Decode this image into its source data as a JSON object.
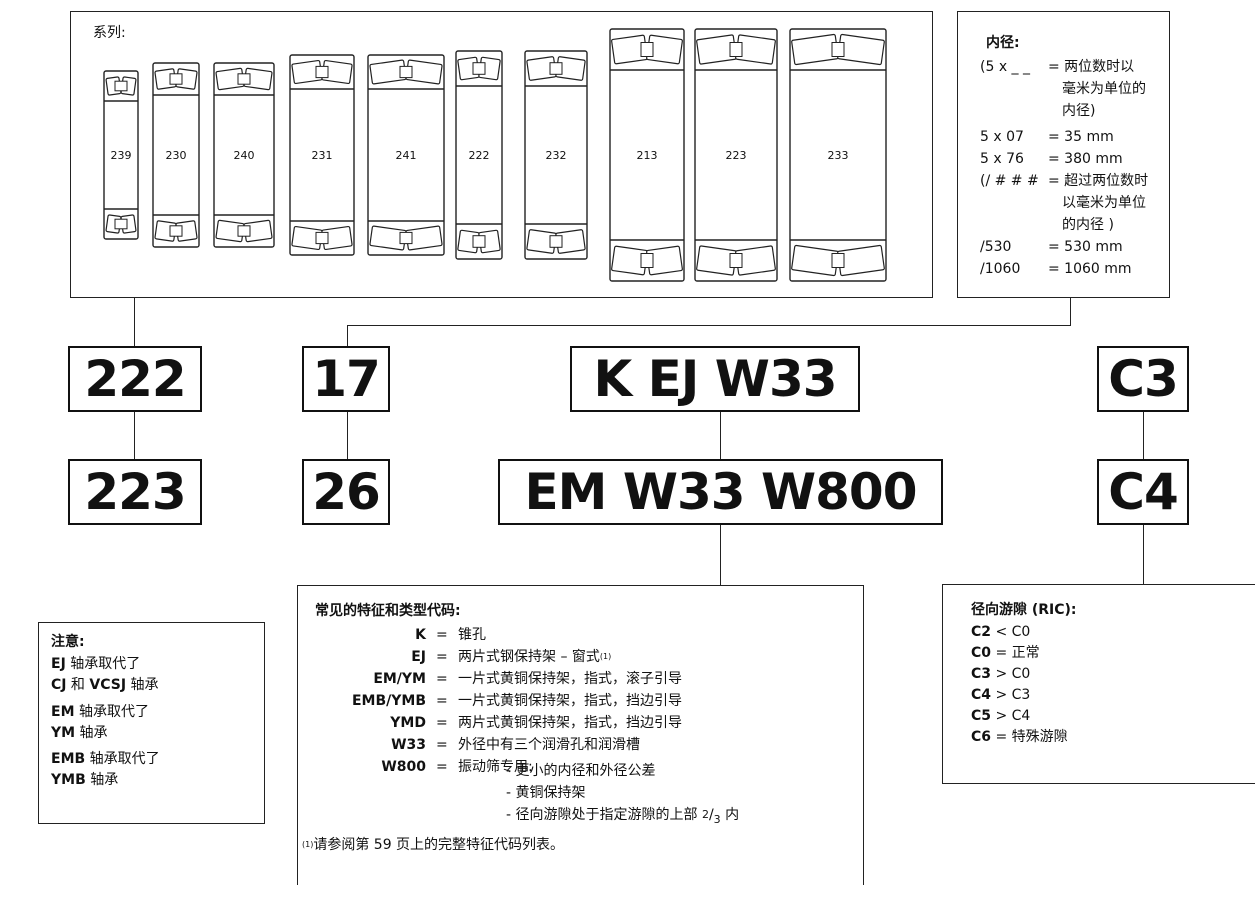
{
  "series": {
    "label": "系列:",
    "items": [
      "239",
      "230",
      "240",
      "231",
      "241",
      "222",
      "232",
      "213",
      "223",
      "233"
    ]
  },
  "bore": {
    "title": "内径:",
    "rows": [
      {
        "left": "(5 x _ _",
        "right": "= 两位数时以"
      },
      {
        "left": "",
        "right": "毫米为单位的"
      },
      {
        "left": "",
        "right": "内径)"
      },
      {
        "left": "5 x 07",
        "right": "= 35 mm"
      },
      {
        "left": "5 x 76",
        "right": "= 380 mm"
      },
      {
        "left": "(/ # # #",
        "right": "= 超过两位数时"
      },
      {
        "left": "",
        "right": "以毫米为单位"
      },
      {
        "left": "",
        "right": "的内径 )"
      },
      {
        "left": "/530",
        "right": "= 530 mm"
      },
      {
        "left": "/1060",
        "right": "= 1060 mm"
      }
    ]
  },
  "codes": {
    "series_1": "222",
    "series_2": "223",
    "bore_1": "17",
    "bore_2": "26",
    "suffix_1": "K EJ W33",
    "suffix_2": "EM W33 W800",
    "clearance_1": "C3",
    "clearance_2": "C4"
  },
  "notes": {
    "title": "注意:",
    "lines": [
      {
        "bold": "EJ",
        "text": " 轴承取代了"
      },
      {
        "bold": "CJ",
        "text": " 和 ",
        "bold2": "VCSJ",
        "text2": "  轴承"
      },
      {
        "bold": "EM",
        "text": " 轴承取代了"
      },
      {
        "bold": "YM",
        "text": " 轴承"
      },
      {
        "bold": "EMB",
        "text": " 轴承取代了"
      },
      {
        "bold": "YMB",
        "text": " 轴承"
      }
    ]
  },
  "features": {
    "title": "常见的特征和类型代码:",
    "rows": [
      {
        "code": "K",
        "desc": "锥孔"
      },
      {
        "code": "EJ",
        "desc": "两片式钢保持架 – 窗式",
        "sup": "(1)"
      },
      {
        "code": "EM/YM",
        "desc": "一片式黄铜保持架，指式，滚子引导"
      },
      {
        "code": "EMB/YMB",
        "desc": "一片式黄铜保持架，指式，挡边引导"
      },
      {
        "code": "YMD",
        "desc": "两片式黄铜保持架，指式，挡边引导"
      },
      {
        "code": "W33",
        "desc": "外径中有三个润滑孔和润滑槽"
      },
      {
        "code": "W800",
        "desc": "振动筛专用:"
      }
    ],
    "sub_items": [
      "- 更小的内径和外径公差",
      "- 黄铜保持架",
      "- 径向游隙处于指定游隙的上部 "
    ],
    "fraction_num": "2",
    "fraction_den": "3",
    "fraction_tail": " 内",
    "footnote_mark": "(1)",
    "footnote": "请参阅第 59 页上的完整特征代码列表。"
  },
  "clearance": {
    "title": "径向游隙 (RIC):",
    "rows": [
      {
        "code": "C2",
        "text": " < C0"
      },
      {
        "code": "C0",
        "text": " = 正常"
      },
      {
        "code": "C3",
        "text": " > C0"
      },
      {
        "code": "C4",
        "text": " > C3"
      },
      {
        "code": "C5",
        "text": " > C4"
      },
      {
        "code": "C6",
        "text": " = 特殊游隙"
      }
    ]
  },
  "colors": {
    "line": "#222222",
    "text": "#111111",
    "background": "#ffffff"
  }
}
